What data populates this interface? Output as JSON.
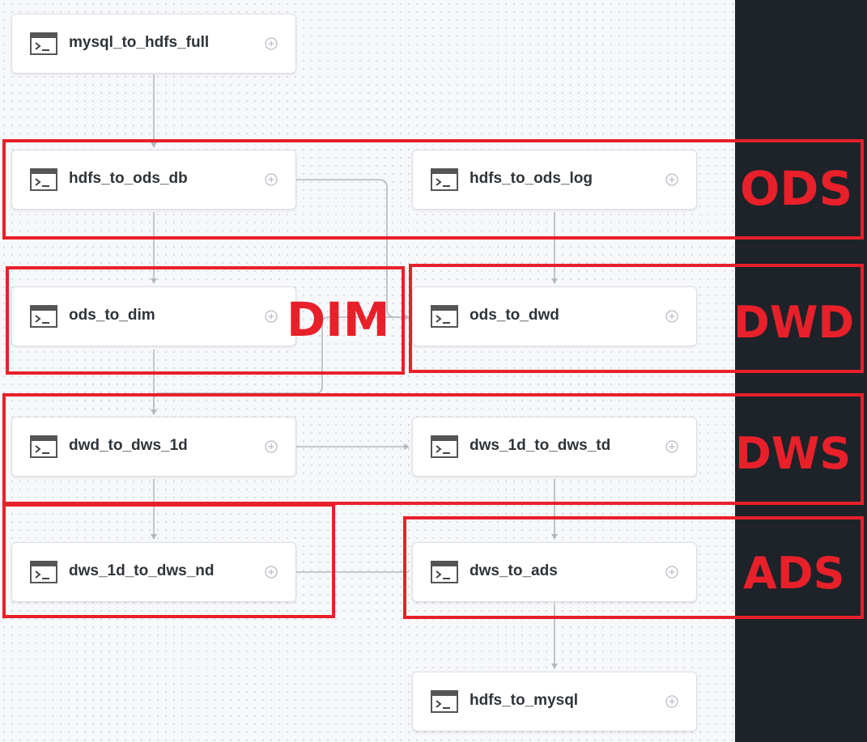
{
  "nodes": [
    {
      "id": "mysql_to_hdfs_full",
      "label": "mysql_to_hdfs_full"
    },
    {
      "id": "hdfs_to_ods_db",
      "label": "hdfs_to_ods_db"
    },
    {
      "id": "hdfs_to_ods_log",
      "label": "hdfs_to_ods_log"
    },
    {
      "id": "ods_to_dim",
      "label": "ods_to_dim"
    },
    {
      "id": "ods_to_dwd",
      "label": "ods_to_dwd"
    },
    {
      "id": "dwd_to_dws_1d",
      "label": "dwd_to_dws_1d"
    },
    {
      "id": "dws_1d_to_dws_td",
      "label": "dws_1d_to_dws_td"
    },
    {
      "id": "dws_1d_to_dws_nd",
      "label": "dws_1d_to_dws_nd"
    },
    {
      "id": "dws_to_ads",
      "label": "dws_to_ads"
    },
    {
      "id": "hdfs_to_mysql",
      "label": "hdfs_to_mysql"
    }
  ],
  "edges": [
    {
      "from": "mysql_to_hdfs_full",
      "to": "hdfs_to_ods_db"
    },
    {
      "from": "hdfs_to_ods_db",
      "to": "ods_to_dim"
    },
    {
      "from": "hdfs_to_ods_db",
      "to": "ods_to_dwd"
    },
    {
      "from": "hdfs_to_ods_log",
      "to": "ods_to_dwd"
    },
    {
      "from": "ods_to_dim",
      "to": "dwd_to_dws_1d"
    },
    {
      "from": "ods_to_dwd",
      "to": "dwd_to_dws_1d"
    },
    {
      "from": "dwd_to_dws_1d",
      "to": "dws_1d_to_dws_td"
    },
    {
      "from": "dwd_to_dws_1d",
      "to": "dws_1d_to_dws_nd"
    },
    {
      "from": "dws_1d_to_dws_td",
      "to": "dws_to_ads"
    },
    {
      "from": "dws_1d_to_dws_nd",
      "to": "dws_to_ads"
    },
    {
      "from": "dws_to_ads",
      "to": "hdfs_to_mysql"
    }
  ],
  "layers": {
    "ods": "ODS",
    "dim": "DIM",
    "dwd": "DWD",
    "dws": "DWS",
    "ads": "ADS"
  },
  "colors": {
    "highlight": "#e8202a",
    "dark_panel": "#1e2229",
    "edge": "#b4b8be",
    "node_text": "#2f3439"
  },
  "icons": {
    "task": "terminal-icon",
    "add": "add-circle-icon"
  }
}
